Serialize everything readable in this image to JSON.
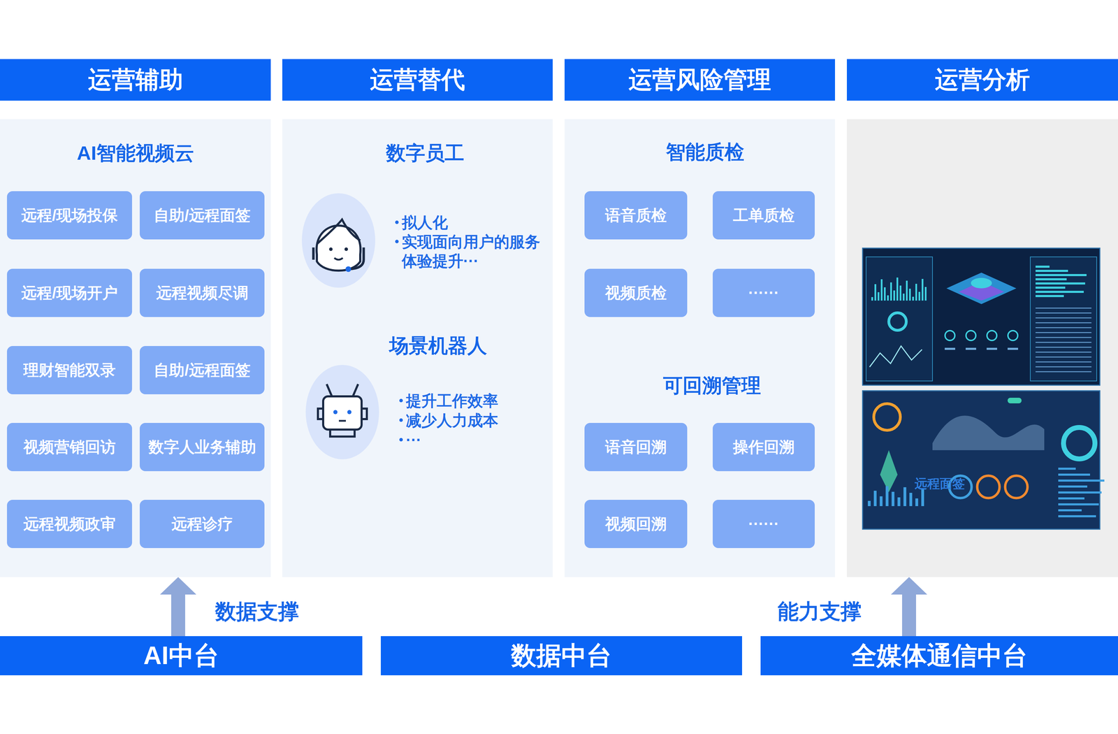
{
  "diagram": {
    "nodes": [
      {
        "text": [
          "运营辅助"
        ]
      },
      {
        "text": [
          "运营替代"
        ]
      },
      {
        "text": [
          "运营风险管理"
        ]
      },
      {
        "text": [
          "运营分析"
        ]
      },
      {
        "text": [
          "AI智能视频云"
        ]
      },
      {
        "text": [
          "远程/现场投保"
        ],
        "in": 4
      },
      {
        "text": [
          "自助/远程面签"
        ],
        "in": 4
      },
      {
        "text": [
          "远程/现场开户"
        ],
        "in": 4
      },
      {
        "text": [
          "远程视频尽调"
        ],
        "in": 4
      },
      {
        "text": [
          "理财智能双录"
        ],
        "in": 4
      },
      {
        "text": [
          "自助/远程面签"
        ],
        "in": 4
      },
      {
        "text": [
          "视频营销回访"
        ],
        "in": 4
      },
      {
        "text": [
          "数字人业务辅助"
        ],
        "in": 4
      },
      {
        "text": [
          "远程视频政审"
        ],
        "in": 4
      },
      {
        "text": [
          "远程诊疗"
        ],
        "in": 4
      },
      {
        "text": [
          "数字员工",
          "拟人化",
          "实现面向用户的服务体验提升···",
          "场景机器人",
          "提升工作效率",
          "减少人力成本",
          "···"
        ]
      },
      {
        "text": [
          "智能质检",
          "可回溯管理"
        ]
      },
      {
        "text": [
          "语音质检"
        ],
        "in": 16
      },
      {
        "text": [
          "工单质检"
        ],
        "in": 16
      },
      {
        "text": [
          "视频质检"
        ],
        "in": 16
      },
      {
        "text": [
          "······"
        ],
        "in": 16
      },
      {
        "text": [
          "语音回溯"
        ],
        "in": 16
      },
      {
        "text": [
          "操作回溯"
        ],
        "in": 16
      },
      {
        "text": [
          "视频回溯"
        ],
        "in": 16
      },
      {
        "text": [
          "······"
        ],
        "in": 16
      },
      {
        "text": [
          "远程面签"
        ]
      },
      {
        "text": [
          "AI中台"
        ]
      },
      {
        "text": [
          "数据中台"
        ]
      },
      {
        "text": [
          "全媒体通信中台"
        ]
      }
    ],
    "edges": [
      {
        "from": 26,
        "to": 4,
        "arrow": "to",
        "label": "数据支撑"
      },
      {
        "from": 28,
        "to": 25,
        "arrow": "to",
        "label": "能力支撑"
      }
    ]
  }
}
